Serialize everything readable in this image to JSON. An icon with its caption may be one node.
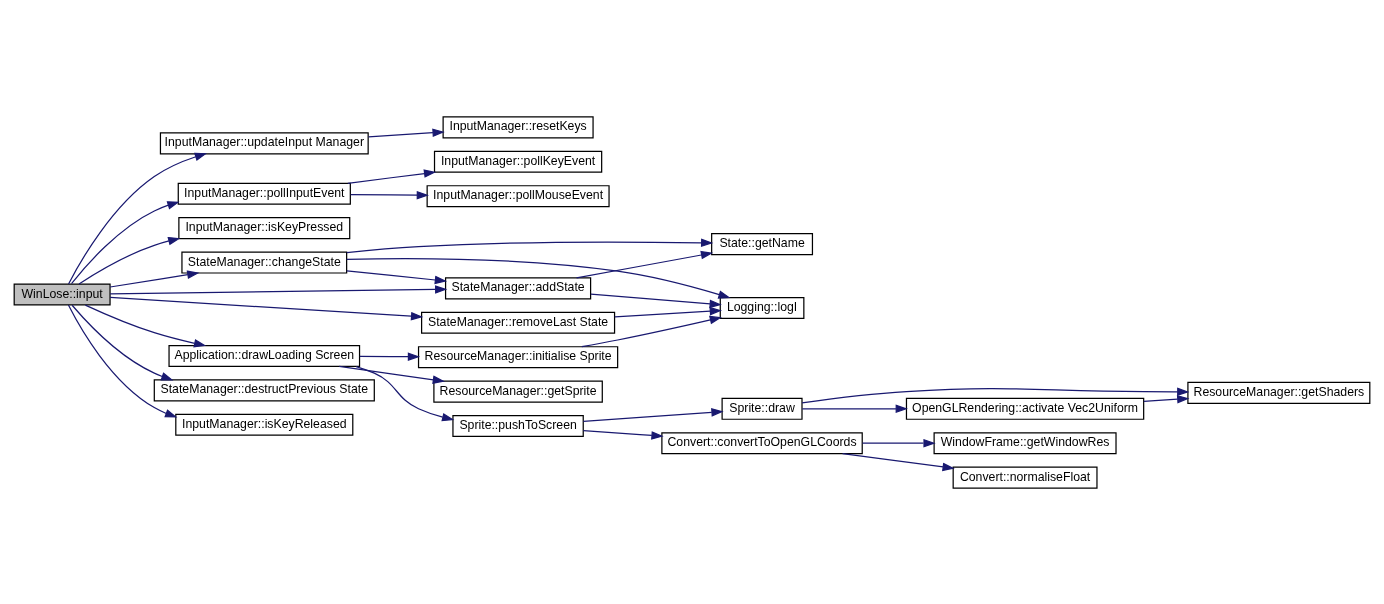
{
  "diagram": {
    "nodes": [
      {
        "text": [
          "WinLose::input"
        ]
      },
      {
        "text": [
          "InputManager::updateInput Manager"
        ]
      },
      {
        "text": [
          "InputManager::resetKeys"
        ]
      },
      {
        "text": [
          "InputManager::pollInputEvent"
        ]
      },
      {
        "text": [
          "InputManager::pollKeyEvent"
        ]
      },
      {
        "text": [
          "InputManager::pollMouseEvent"
        ]
      },
      {
        "text": [
          "InputManager::isKeyPressed"
        ]
      },
      {
        "text": [
          "StateManager::addState"
        ]
      },
      {
        "text": [
          "State::getName"
        ]
      },
      {
        "text": [
          "StateManager::changeState"
        ]
      },
      {
        "text": [
          "Logging::logI"
        ]
      },
      {
        "text": [
          "StateManager::removeLast State"
        ]
      },
      {
        "text": [
          "Application::drawLoading Screen"
        ]
      },
      {
        "text": [
          "ResourceManager::initialise Sprite"
        ]
      },
      {
        "text": [
          "ResourceManager::getSprite"
        ]
      },
      {
        "text": [
          "StateManager::destructPrevious State"
        ]
      },
      {
        "text": [
          "Sprite::pushToScreen"
        ]
      },
      {
        "text": [
          "Sprite::draw"
        ]
      },
      {
        "text": [
          "ResourceManager::getShaders"
        ]
      },
      {
        "text": [
          "OpenGLRendering::activate Vec2Uniform"
        ]
      },
      {
        "text": [
          "InputManager::isKeyReleased"
        ]
      },
      {
        "text": [
          "Convert::convertToOpenGLCoords"
        ]
      },
      {
        "text": [
          "WindowFrame::getWindowRes"
        ]
      },
      {
        "text": [
          "Convert::normaliseFloat"
        ]
      }
    ],
    "edges": [
      {
        "from": 0,
        "to": 1,
        "arrow": "to"
      },
      {
        "from": 1,
        "to": 2,
        "arrow": "to"
      },
      {
        "from": 0,
        "to": 3,
        "arrow": "to"
      },
      {
        "from": 3,
        "to": 4,
        "arrow": "to"
      },
      {
        "from": 3,
        "to": 5,
        "arrow": "to"
      },
      {
        "from": 0,
        "to": 6,
        "arrow": "to"
      },
      {
        "from": 0,
        "to": 7,
        "arrow": "to"
      },
      {
        "from": 7,
        "to": 8,
        "arrow": "to"
      },
      {
        "from": 7,
        "to": 10,
        "arrow": "to"
      },
      {
        "from": 0,
        "to": 9,
        "arrow": "to"
      },
      {
        "from": 9,
        "to": 7,
        "arrow": "to"
      },
      {
        "from": 9,
        "to": 8,
        "arrow": "to"
      },
      {
        "from": 9,
        "to": 10,
        "arrow": "to"
      },
      {
        "from": 0,
        "to": 11,
        "arrow": "to"
      },
      {
        "from": 11,
        "to": 10,
        "arrow": "to"
      },
      {
        "from": 0,
        "to": 12,
        "arrow": "to"
      },
      {
        "from": 12,
        "to": 13,
        "arrow": "to"
      },
      {
        "from": 13,
        "to": 10,
        "arrow": "to"
      },
      {
        "from": 12,
        "to": 14,
        "arrow": "to"
      },
      {
        "from": 12,
        "to": 16,
        "arrow": "to"
      },
      {
        "from": 0,
        "to": 15,
        "arrow": "to"
      },
      {
        "from": 0,
        "to": 20,
        "arrow": "to"
      },
      {
        "from": 16,
        "to": 17,
        "arrow": "to"
      },
      {
        "from": 17,
        "to": 18,
        "arrow": "to"
      },
      {
        "from": 17,
        "to": 19,
        "arrow": "to"
      },
      {
        "from": 19,
        "to": 18,
        "arrow": "to"
      },
      {
        "from": 16,
        "to": 21,
        "arrow": "to"
      },
      {
        "from": 21,
        "to": 22,
        "arrow": "to"
      },
      {
        "from": 21,
        "to": 23,
        "arrow": "to"
      }
    ]
  }
}
